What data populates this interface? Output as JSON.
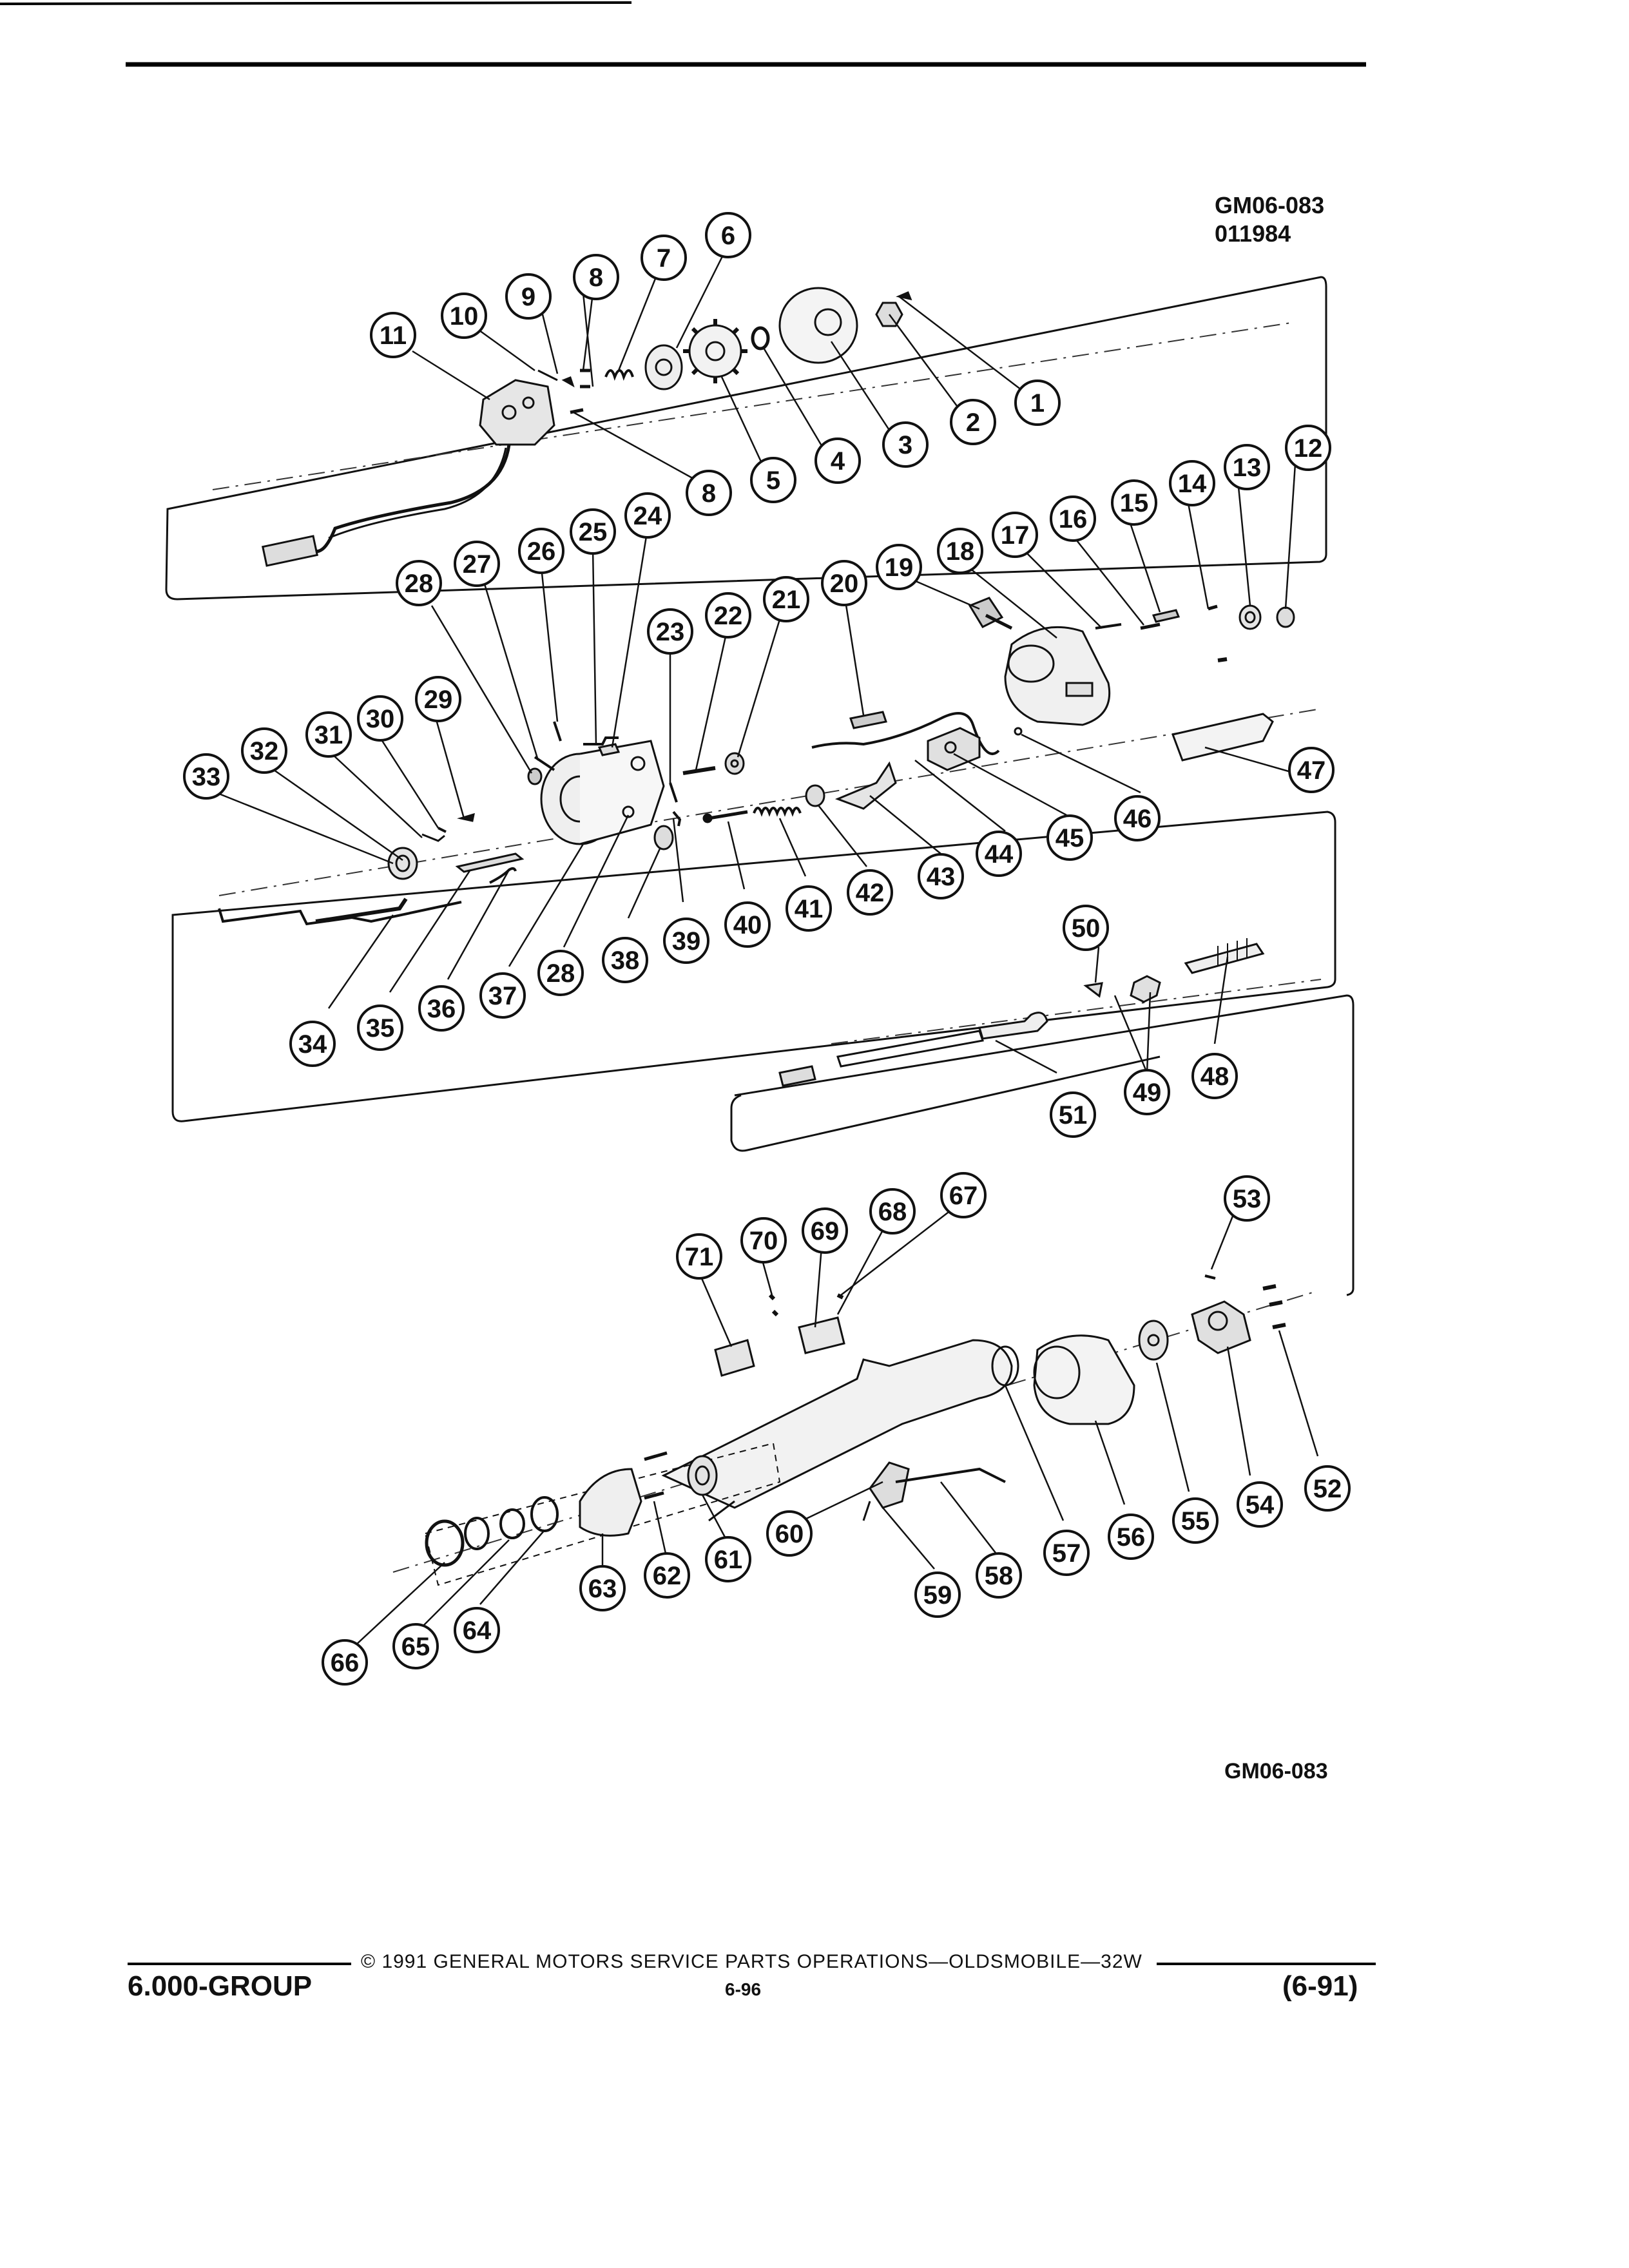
{
  "header": {
    "drawing_code": "GM06-083",
    "drawing_date": "011984"
  },
  "diagram": {
    "callouts": [
      {
        "id": "1",
        "n": "1"
      },
      {
        "id": "2",
        "n": "2"
      },
      {
        "id": "3",
        "n": "3"
      },
      {
        "id": "4",
        "n": "4"
      },
      {
        "id": "5",
        "n": "5"
      },
      {
        "id": "6",
        "n": "6"
      },
      {
        "id": "7",
        "n": "7"
      },
      {
        "id": "8a",
        "n": "8"
      },
      {
        "id": "8b",
        "n": "8"
      },
      {
        "id": "9",
        "n": "9"
      },
      {
        "id": "10",
        "n": "10"
      },
      {
        "id": "11",
        "n": "11"
      },
      {
        "id": "12",
        "n": "12"
      },
      {
        "id": "13",
        "n": "13"
      },
      {
        "id": "14",
        "n": "14"
      },
      {
        "id": "15",
        "n": "15"
      },
      {
        "id": "16",
        "n": "16"
      },
      {
        "id": "17",
        "n": "17"
      },
      {
        "id": "18",
        "n": "18"
      },
      {
        "id": "19",
        "n": "19"
      },
      {
        "id": "20",
        "n": "20"
      },
      {
        "id": "21",
        "n": "21"
      },
      {
        "id": "22",
        "n": "22"
      },
      {
        "id": "23",
        "n": "23"
      },
      {
        "id": "24",
        "n": "24"
      },
      {
        "id": "25",
        "n": "25"
      },
      {
        "id": "26",
        "n": "26"
      },
      {
        "id": "27",
        "n": "27"
      },
      {
        "id": "28a",
        "n": "28"
      },
      {
        "id": "28b",
        "n": "28"
      },
      {
        "id": "29",
        "n": "29"
      },
      {
        "id": "30",
        "n": "30"
      },
      {
        "id": "31",
        "n": "31"
      },
      {
        "id": "32",
        "n": "32"
      },
      {
        "id": "33",
        "n": "33"
      },
      {
        "id": "34",
        "n": "34"
      },
      {
        "id": "35",
        "n": "35"
      },
      {
        "id": "36",
        "n": "36"
      },
      {
        "id": "37",
        "n": "37"
      },
      {
        "id": "38",
        "n": "38"
      },
      {
        "id": "39",
        "n": "39"
      },
      {
        "id": "40",
        "n": "40"
      },
      {
        "id": "41",
        "n": "41"
      },
      {
        "id": "42",
        "n": "42"
      },
      {
        "id": "43",
        "n": "43"
      },
      {
        "id": "44",
        "n": "44"
      },
      {
        "id": "45",
        "n": "45"
      },
      {
        "id": "46",
        "n": "46"
      },
      {
        "id": "47",
        "n": "47"
      },
      {
        "id": "48",
        "n": "48"
      },
      {
        "id": "49",
        "n": "49"
      },
      {
        "id": "50",
        "n": "50"
      },
      {
        "id": "51",
        "n": "51"
      },
      {
        "id": "52",
        "n": "52"
      },
      {
        "id": "53",
        "n": "53"
      },
      {
        "id": "54",
        "n": "54"
      },
      {
        "id": "55",
        "n": "55"
      },
      {
        "id": "56",
        "n": "56"
      },
      {
        "id": "57",
        "n": "57"
      },
      {
        "id": "58",
        "n": "58"
      },
      {
        "id": "59",
        "n": "59"
      },
      {
        "id": "60",
        "n": "60"
      },
      {
        "id": "61",
        "n": "61"
      },
      {
        "id": "62",
        "n": "62"
      },
      {
        "id": "63",
        "n": "63"
      },
      {
        "id": "64",
        "n": "64"
      },
      {
        "id": "65",
        "n": "65"
      },
      {
        "id": "66",
        "n": "66"
      },
      {
        "id": "67",
        "n": "67"
      },
      {
        "id": "68",
        "n": "68"
      },
      {
        "id": "69",
        "n": "69"
      },
      {
        "id": "70",
        "n": "70"
      },
      {
        "id": "71",
        "n": "71"
      }
    ],
    "footer_code": "GM06-083"
  },
  "footer": {
    "copyright": "© 1991 GENERAL MOTORS SERVICE PARTS OPERATIONS—OLDSMOBILE—32W",
    "group": "6.000-GROUP",
    "page": "6-96",
    "revision": "(6-91)"
  }
}
